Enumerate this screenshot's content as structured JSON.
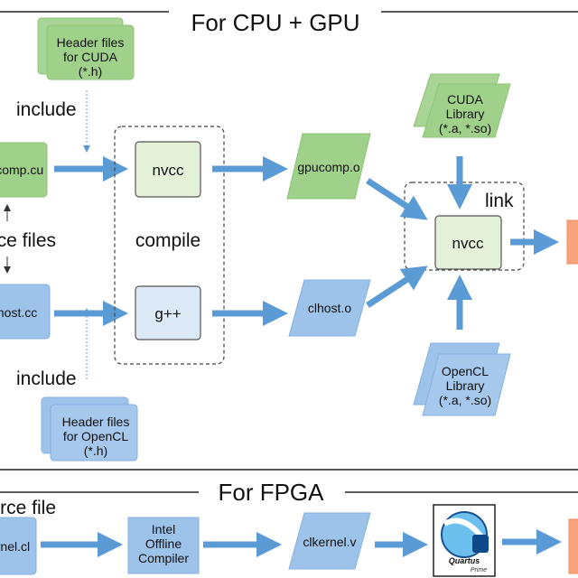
{
  "sections": {
    "cpu_gpu_title": "For CPU + GPU",
    "fpga_title": "For FPGA"
  },
  "cpu_gpu": {
    "cuda_header": [
      "Header files",
      "for CUDA",
      "(*.h)"
    ],
    "opencl_header": [
      "Header files",
      "for OpenCL",
      "(*.h)"
    ],
    "include_top": "include",
    "include_bottom": "include",
    "source_files": "Source files",
    "gpucomp_cu": "gpucomp.cu",
    "clhost_cc": "clhost.cc",
    "compile_label": "compile",
    "nvcc_compile": "nvcc",
    "gpp_compile": "g++",
    "gpucomp_o": "gpucomp.o",
    "clhost_o": "clhost.o",
    "cuda_library": [
      "CUDA",
      "Library",
      "(*.a, *.so)"
    ],
    "opencl_library": [
      "OpenCL",
      "Library",
      "(*.a, *.so)"
    ],
    "link_label": "link",
    "nvcc_link": "nvcc"
  },
  "fpga": {
    "source_file": "Source file",
    "clkernel_cl": "clkernel.cl",
    "offline_compiler": [
      "Intel",
      "Offline",
      "Compiler"
    ],
    "clkernel_v": "clkernel.v",
    "quartus_logo": "Quartus Prime"
  },
  "colors": {
    "green": "#9fd18a",
    "blue": "#9dc3ea",
    "arrow": "#5b9bd5",
    "orange": "#f7a47c"
  }
}
